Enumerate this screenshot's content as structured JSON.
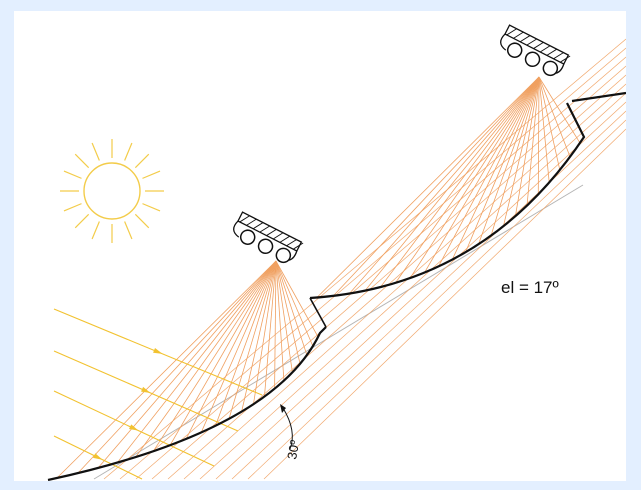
{
  "labels": {
    "elevation": "el = 17º",
    "tilt_angle": "30º"
  },
  "colors": {
    "sun": "#f3cc4a",
    "incoming_rays": "#f2c230",
    "reflected_rays": "#f0a060",
    "mirror_curve": "#111111",
    "ground_line": "#b5b5b5",
    "outer_background": "#e3efff",
    "panel_background": "#ffffff"
  },
  "receivers": [
    {
      "name": "receiver-lower",
      "tubes": 3
    },
    {
      "name": "receiver-upper",
      "tubes": 3
    }
  ],
  "icons": [
    "sun-icon",
    "absorber-tube-icon",
    "angle-arc-icon"
  ]
}
